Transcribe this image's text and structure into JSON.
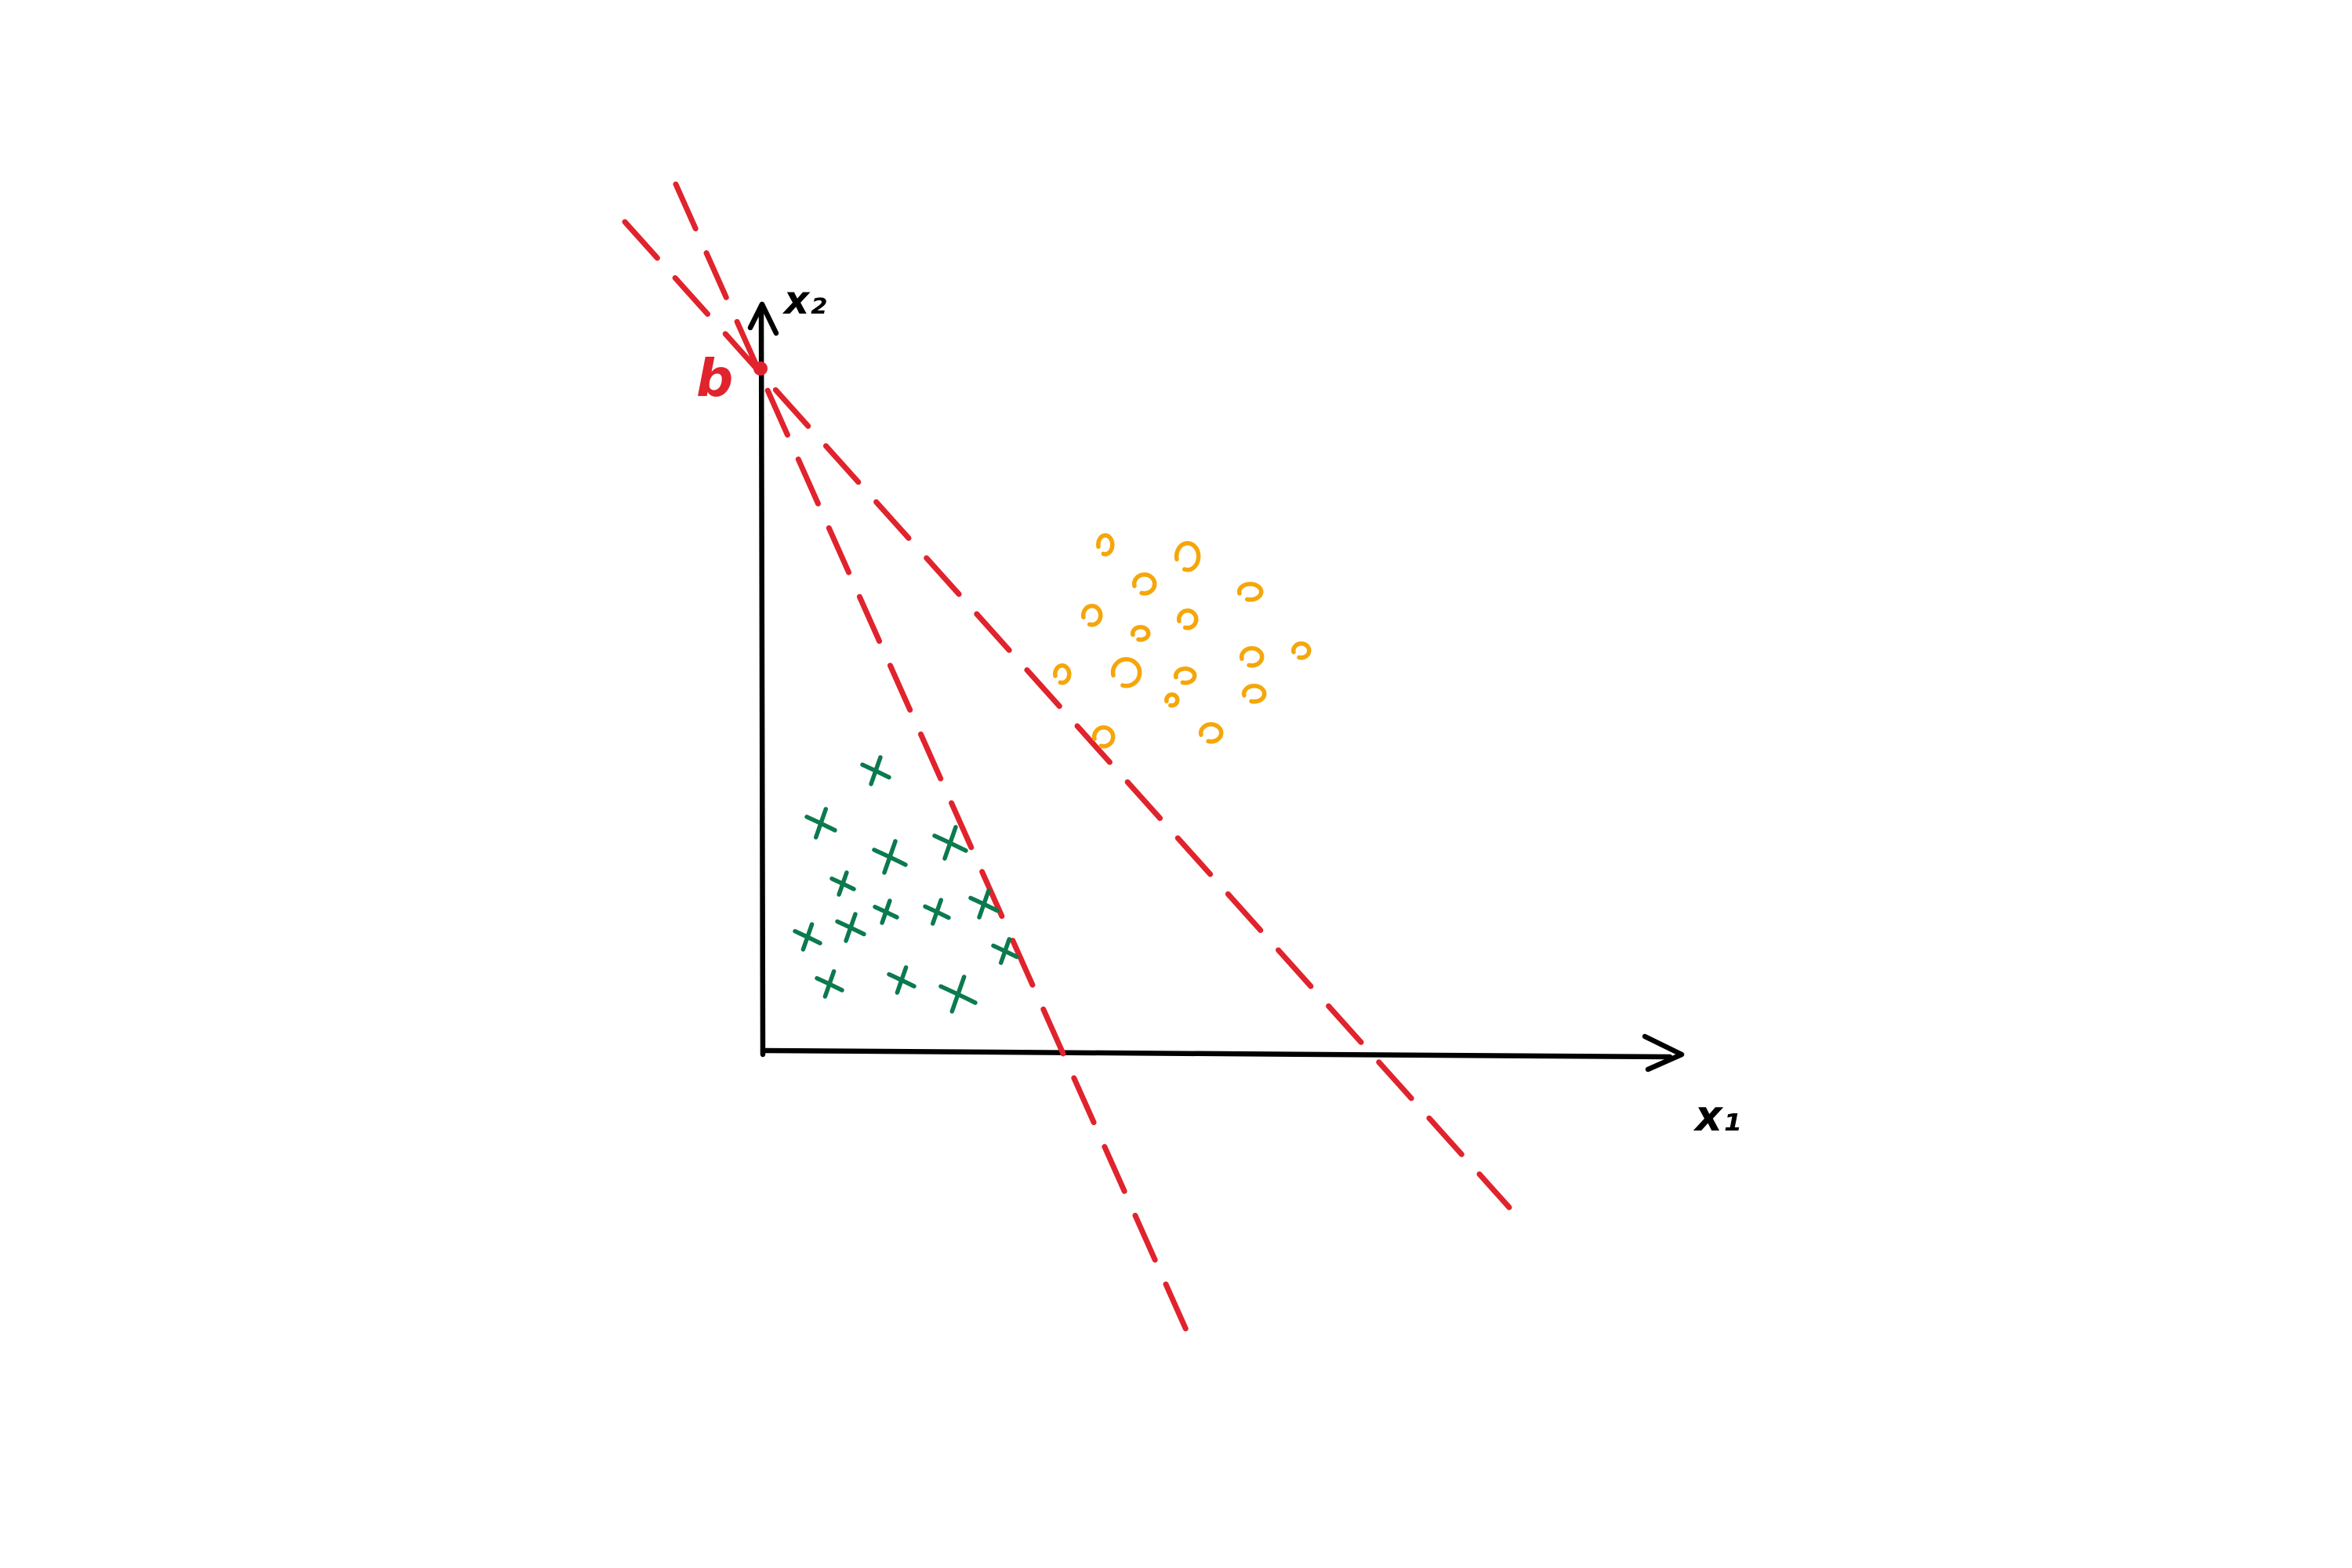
{
  "labels": {
    "x1": "x₁",
    "x2": "x₂",
    "b": "b"
  },
  "colors": {
    "axis": "#000000",
    "boundary": "#e0232d",
    "class_cross": "#0b7a4e",
    "class_circle": "#f5a60a"
  },
  "marker_shapes": {
    "class_cross": "cross",
    "class_circle": "circle"
  },
  "icons": {
    "intercept_point": "dot"
  }
}
